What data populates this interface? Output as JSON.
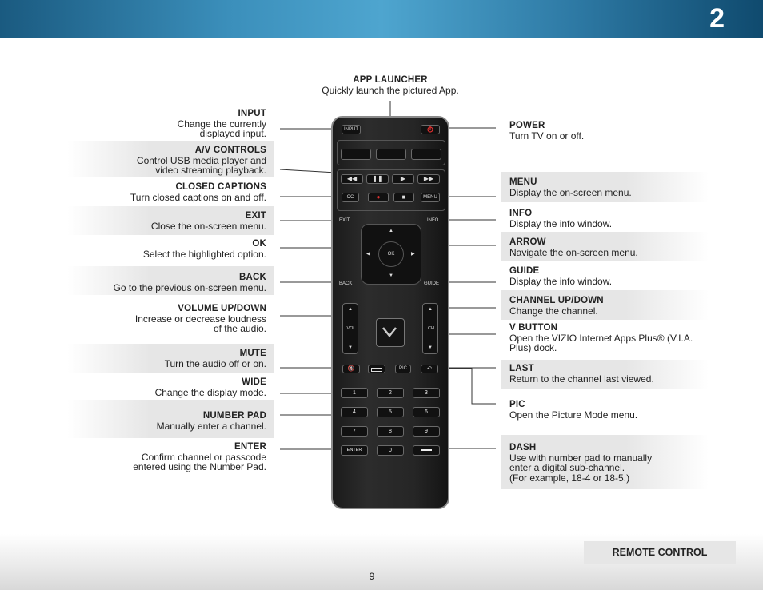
{
  "header": {
    "chapter": "2"
  },
  "footer": {
    "section": "REMOTE CONTROL",
    "page": "9"
  },
  "remote": {
    "input": "INPUT",
    "cc": "CC",
    "menu": "MENU",
    "exit": "EXIT",
    "info": "INFO",
    "ok": "OK",
    "back": "BACK",
    "guide": "GUIDE",
    "vol": "VOL",
    "ch": "CH",
    "pic": "PIC",
    "enter": "ENTER",
    "keys": [
      "1",
      "2",
      "3",
      "4",
      "5",
      "6",
      "7",
      "8",
      "9",
      "0"
    ]
  },
  "callouts": {
    "app_launcher": {
      "title": "APP LAUNCHER",
      "desc": "Quickly launch the pictured App."
    },
    "input": {
      "title": "INPUT",
      "desc1": "Change the currently",
      "desc2": "displayed input."
    },
    "av_controls": {
      "title": "A/V CONTROLS",
      "desc1": "Control USB media player and",
      "desc2": "video streaming playback."
    },
    "closed_captions": {
      "title": "CLOSED CAPTIONS",
      "desc": "Turn closed captions on and off."
    },
    "exit": {
      "title": "EXIT",
      "desc": "Close the on-screen menu."
    },
    "ok": {
      "title": "OK",
      "desc": "Select the highlighted option."
    },
    "back": {
      "title": "BACK",
      "desc": "Go to the previous on-screen menu."
    },
    "volume": {
      "title": "VOLUME UP/DOWN",
      "desc1": "Increase or decrease loudness",
      "desc2": "of the audio."
    },
    "mute": {
      "title": "MUTE",
      "desc": "Turn the audio off or on."
    },
    "wide": {
      "title": "WIDE",
      "desc": "Change the display mode."
    },
    "number_pad": {
      "title": "NUMBER PAD",
      "desc": "Manually enter a channel."
    },
    "enter": {
      "title": "ENTER",
      "desc1": "Confirm channel or passcode",
      "desc2": "entered using the Number Pad."
    },
    "power": {
      "title": "POWER",
      "desc": "Turn TV on or off."
    },
    "menu": {
      "title": "MENU",
      "desc": "Display the on-screen menu."
    },
    "info": {
      "title": "INFO",
      "desc": "Display the info window."
    },
    "arrow": {
      "title": "ARROW",
      "desc": "Navigate the on-screen menu."
    },
    "guide": {
      "title": "GUIDE",
      "desc": "Display the info window."
    },
    "channel": {
      "title": "CHANNEL UP/DOWN",
      "desc": "Change the channel."
    },
    "v_button": {
      "title": "V BUTTON",
      "desc1": "Open the VIZIO Internet Apps Plus® (V.I.A.",
      "desc2": "Plus) dock."
    },
    "last": {
      "title": "LAST",
      "desc": "Return to the channel last viewed."
    },
    "pic": {
      "title": "PIC",
      "desc": "Open the Picture Mode menu."
    },
    "dash": {
      "title": "DASH",
      "desc1": "Use with number pad to manually",
      "desc2": "enter a digital sub-channel.",
      "desc3": "(For example, 18-4 or 18-5.)"
    }
  }
}
